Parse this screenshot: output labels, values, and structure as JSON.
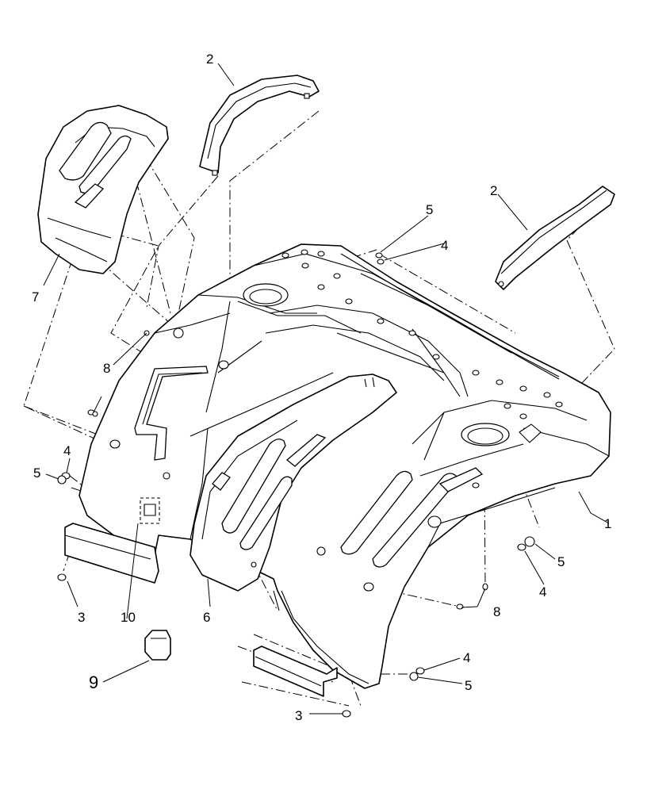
{
  "callouts": {
    "c1": "1",
    "c2a": "2",
    "c2b": "2",
    "c3a": "3",
    "c3b": "3",
    "c4a": "4",
    "c4b": "4",
    "c4c": "4",
    "c4d": "4",
    "c5a": "5",
    "c5b": "5",
    "c5c": "5",
    "c5d": "5",
    "c6": "6",
    "c7": "7",
    "c8a": "8",
    "c8b": "8",
    "c9": "9",
    "c10": "10"
  }
}
